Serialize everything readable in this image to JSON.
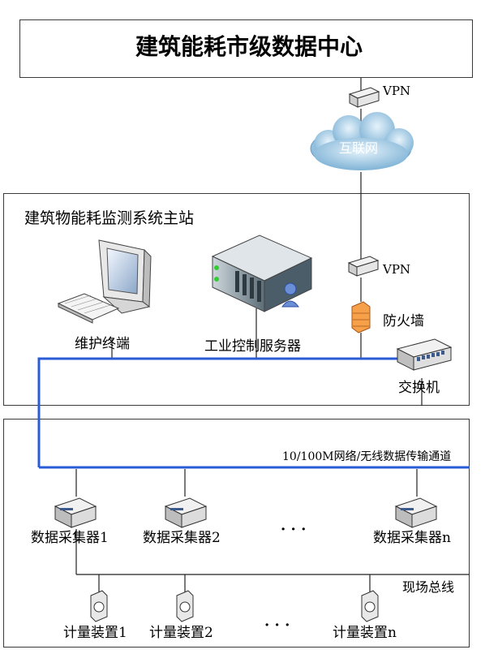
{
  "top_center": {
    "title": "建筑能耗市级数据中心"
  },
  "vpn_top": {
    "label": "VPN"
  },
  "internet": {
    "label": "互联网"
  },
  "main_station": {
    "title": "建筑物能耗监测系统主站",
    "terminal": "维护终端",
    "server": "工业控制服务器",
    "vpn": "VPN",
    "firewall": "防火墙",
    "switch": "交换机"
  },
  "field": {
    "network_label": "10/100M网络/无线数据传输通道",
    "bus_label": "现场总线",
    "collectors": [
      "数据采集器1",
      "数据采集器2",
      "数据采集器n"
    ],
    "meters": [
      "计量装置1",
      "计量装置2",
      "计量装置n"
    ],
    "ellipsis": "· · ·"
  }
}
